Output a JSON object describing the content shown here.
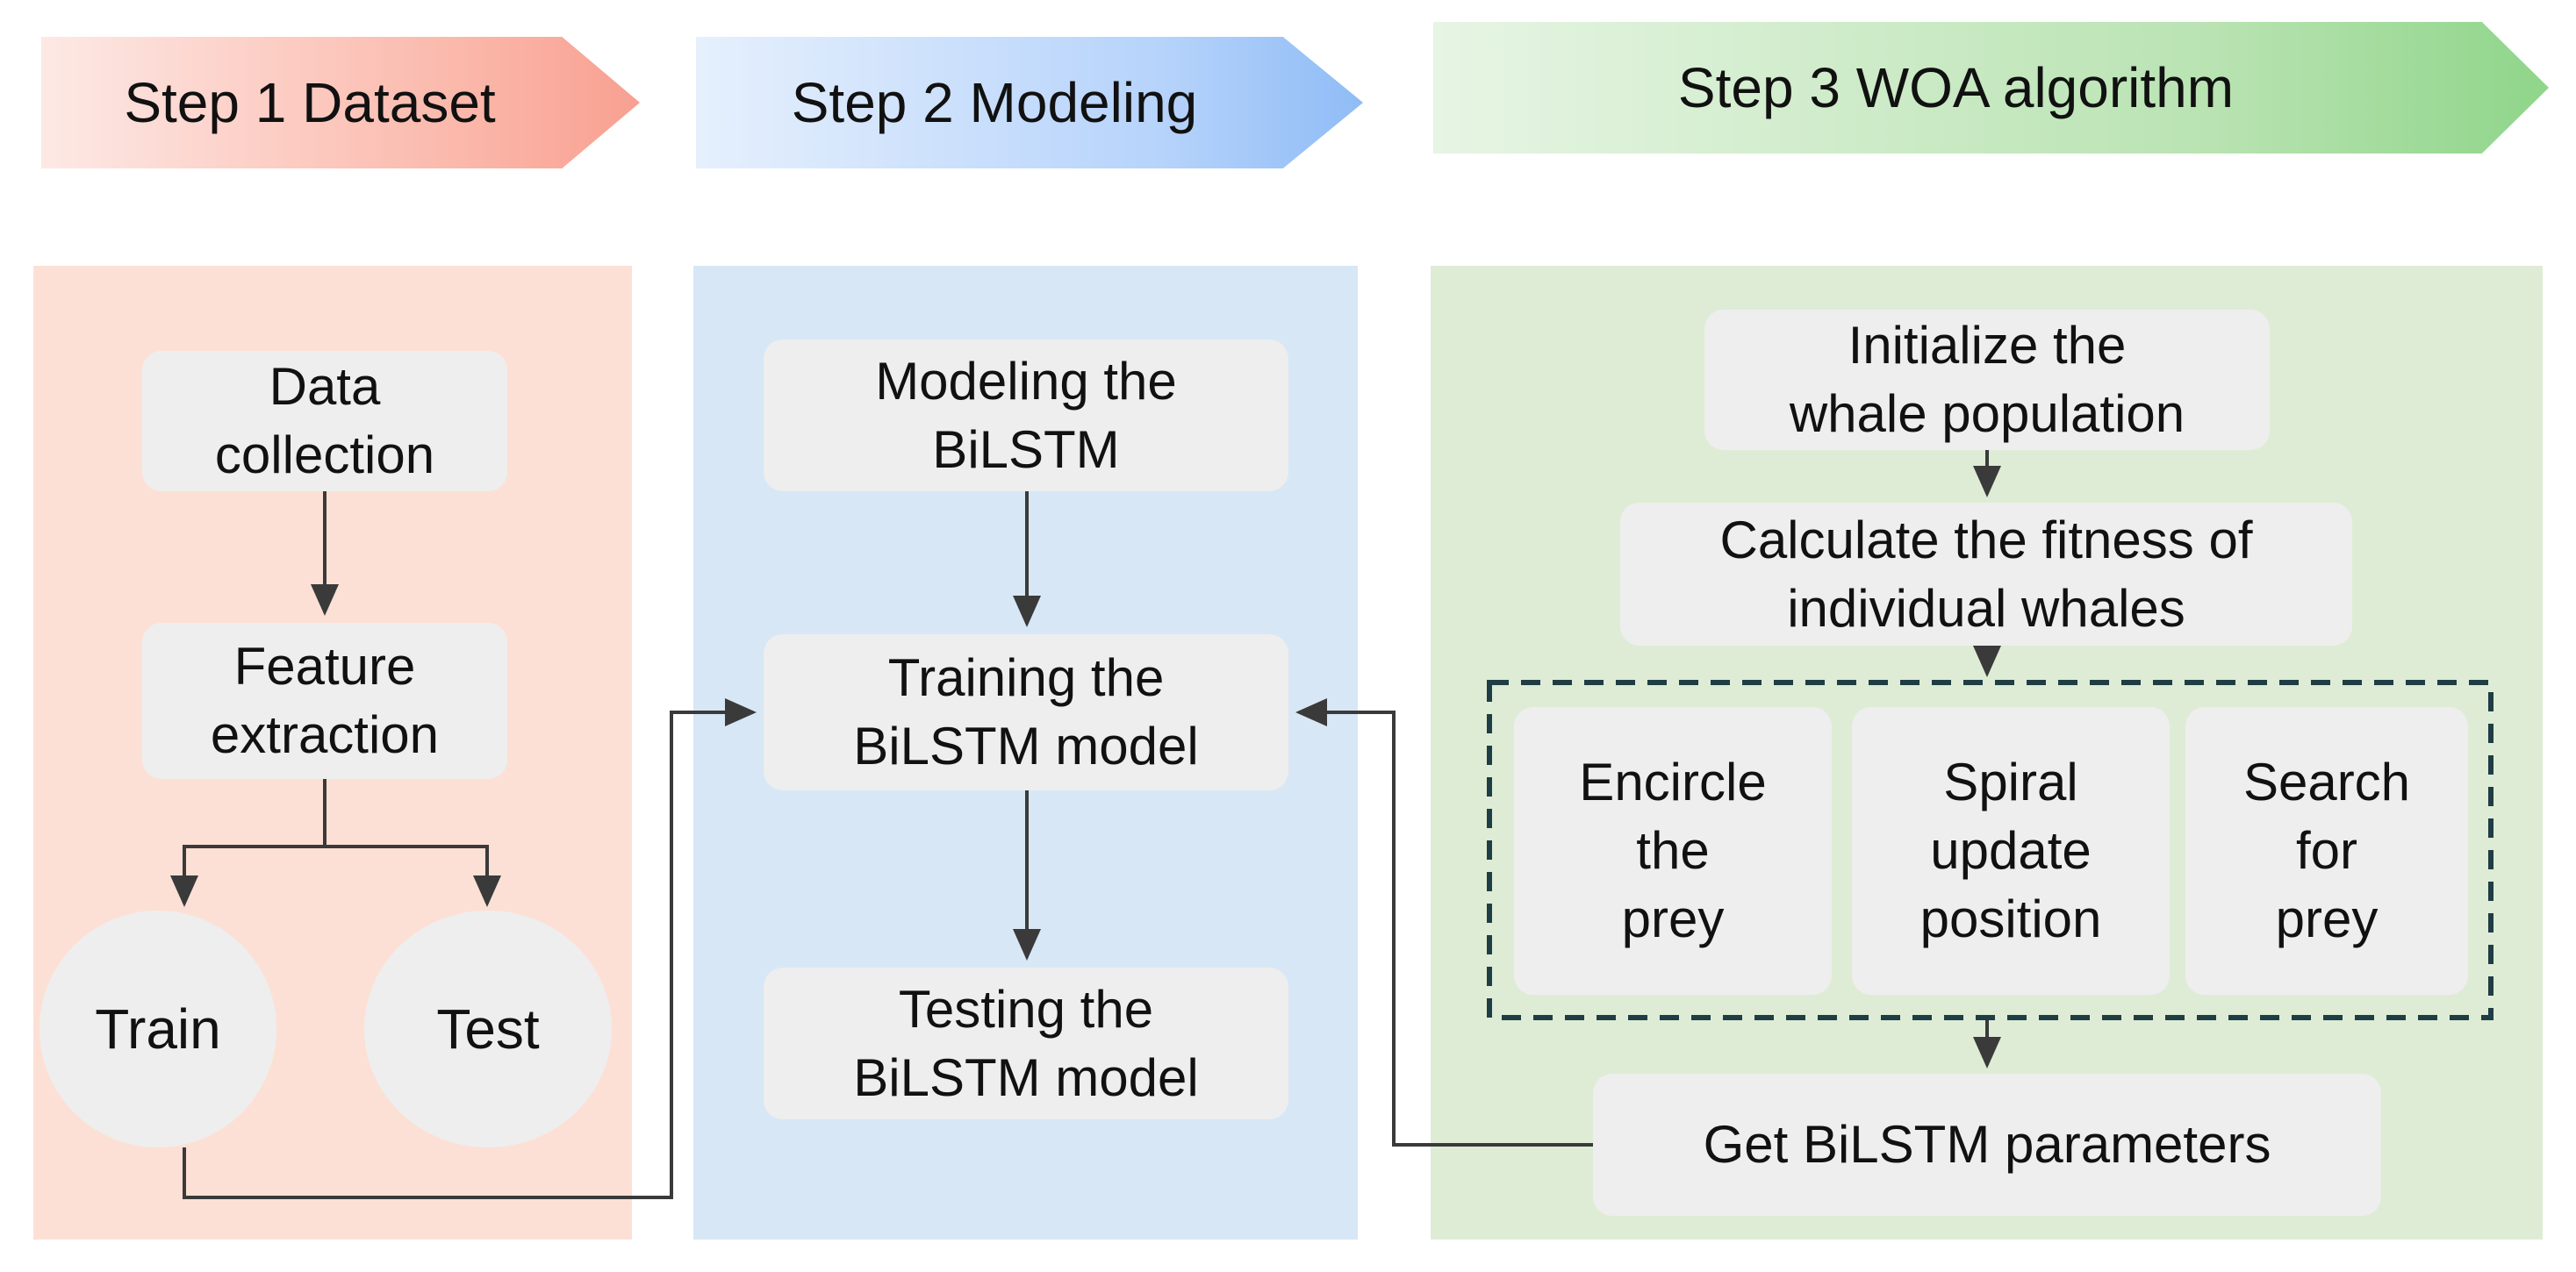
{
  "steps": {
    "step1": "Step 1 Dataset",
    "step2": "Step 2 Modeling",
    "step3": "Step 3 WOA algorithm"
  },
  "dataset": {
    "data_collection": [
      "Data",
      "collection"
    ],
    "feature_extraction": [
      "Feature",
      "extraction"
    ],
    "train": "Train",
    "test": "Test"
  },
  "modeling": {
    "modeling_bilstm": [
      "Modeling the",
      "BiLSTM"
    ],
    "training": [
      "Training the",
      "BiLSTM model"
    ],
    "testing": [
      "Testing the",
      "BiLSTM model"
    ]
  },
  "woa": {
    "initialize": [
      "Initialize the",
      "whale population"
    ],
    "fitness": [
      "Calculate the fitness of",
      "individual whales"
    ],
    "encircle": [
      "Encircle",
      "the",
      "prey"
    ],
    "spiral": [
      "Spiral",
      "update",
      "position"
    ],
    "search": [
      "Search",
      "for",
      "prey"
    ],
    "get_params": "Get BiLSTM parameters"
  },
  "colors": {
    "step1_panel": "#fde0d5",
    "step2_panel": "#d7e7f6",
    "step3_panel": "#deecd6",
    "box_fill": "#eeeeee",
    "arrow": "#3a3a3a",
    "dashed_border": "#1f3d44"
  }
}
